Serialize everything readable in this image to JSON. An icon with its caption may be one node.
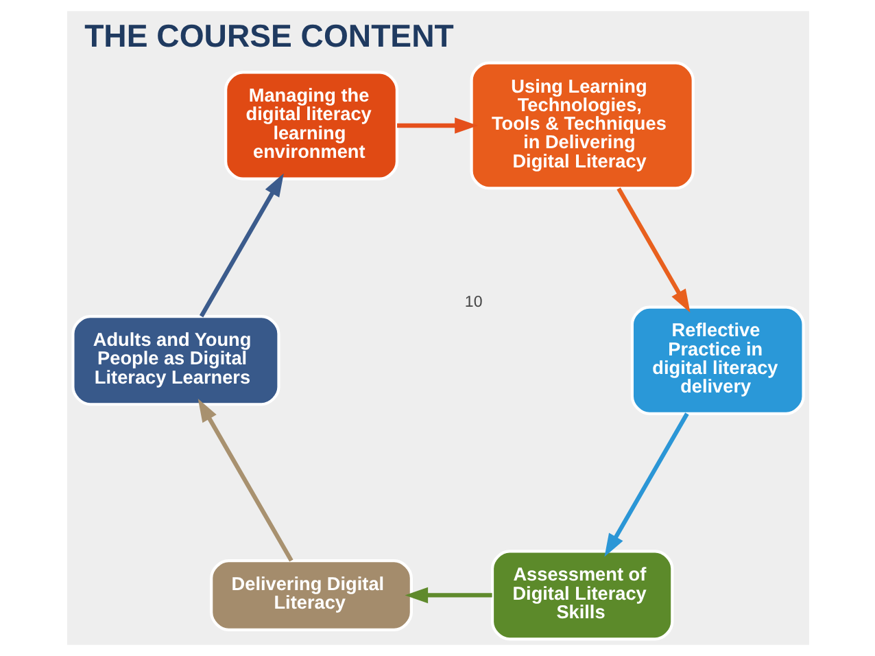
{
  "diagram": {
    "title": "THE COURSE CONTENT",
    "nodes": [
      {
        "text": [
          "Managing the digital literacy learning environment"
        ]
      },
      {
        "text": [
          "Using Learning Technologies, Tools & Techniques in Delivering Digital Literacy"
        ]
      },
      {
        "text": [
          "Reflective Practice in digital literacy delivery"
        ]
      },
      {
        "text": [
          "Assessment of Digital Literacy Skills"
        ]
      },
      {
        "text": [
          "Delivering Digital Literacy"
        ]
      },
      {
        "text": [
          "Adults and Young People as Digital Literacy Learners"
        ]
      }
    ],
    "edges": [
      {
        "from": 0,
        "to": 1,
        "arrow": "to",
        "color": "#e5501c"
      },
      {
        "from": 1,
        "to": 2,
        "arrow": "to",
        "color": "#e8601e"
      },
      {
        "from": 2,
        "to": 3,
        "arrow": "to",
        "color": "#2b96d6"
      },
      {
        "from": 3,
        "to": 4,
        "arrow": "to",
        "color": "#5f8a2c"
      },
      {
        "from": 4,
        "to": 5,
        "arrow": "to",
        "color": "#a8916f"
      },
      {
        "from": 5,
        "to": 0,
        "arrow": "to",
        "color": "#3b5b8c"
      }
    ],
    "labels": [
      "10"
    ]
  }
}
